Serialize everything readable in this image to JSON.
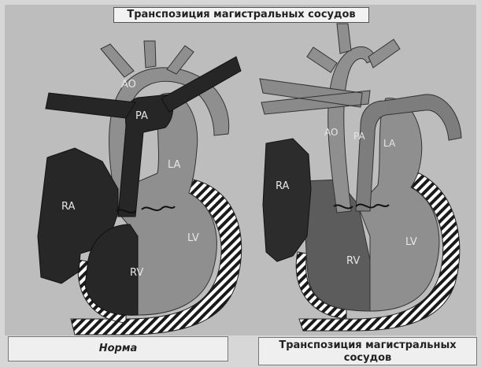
{
  "title": "Транспозиция магистральных сосудов",
  "left_caption": "Норма",
  "right_caption": "Транспозиция магистральных сосудов",
  "left_heart_labels": {
    "ao": "AO",
    "pa": "PA",
    "la": "LA",
    "ra": "RA",
    "rv": "RV",
    "lv": "LV"
  },
  "right_heart_labels": {
    "ao": "AO",
    "pa": "PA",
    "la": "LA",
    "ra": "RA",
    "rv": "RV",
    "lv": "LV"
  },
  "colors": {
    "oxygenated": "#8c8c8c",
    "deoxygenated": "#262626",
    "mixed": "#5a5a5a",
    "background": "#bdbdbd"
  }
}
